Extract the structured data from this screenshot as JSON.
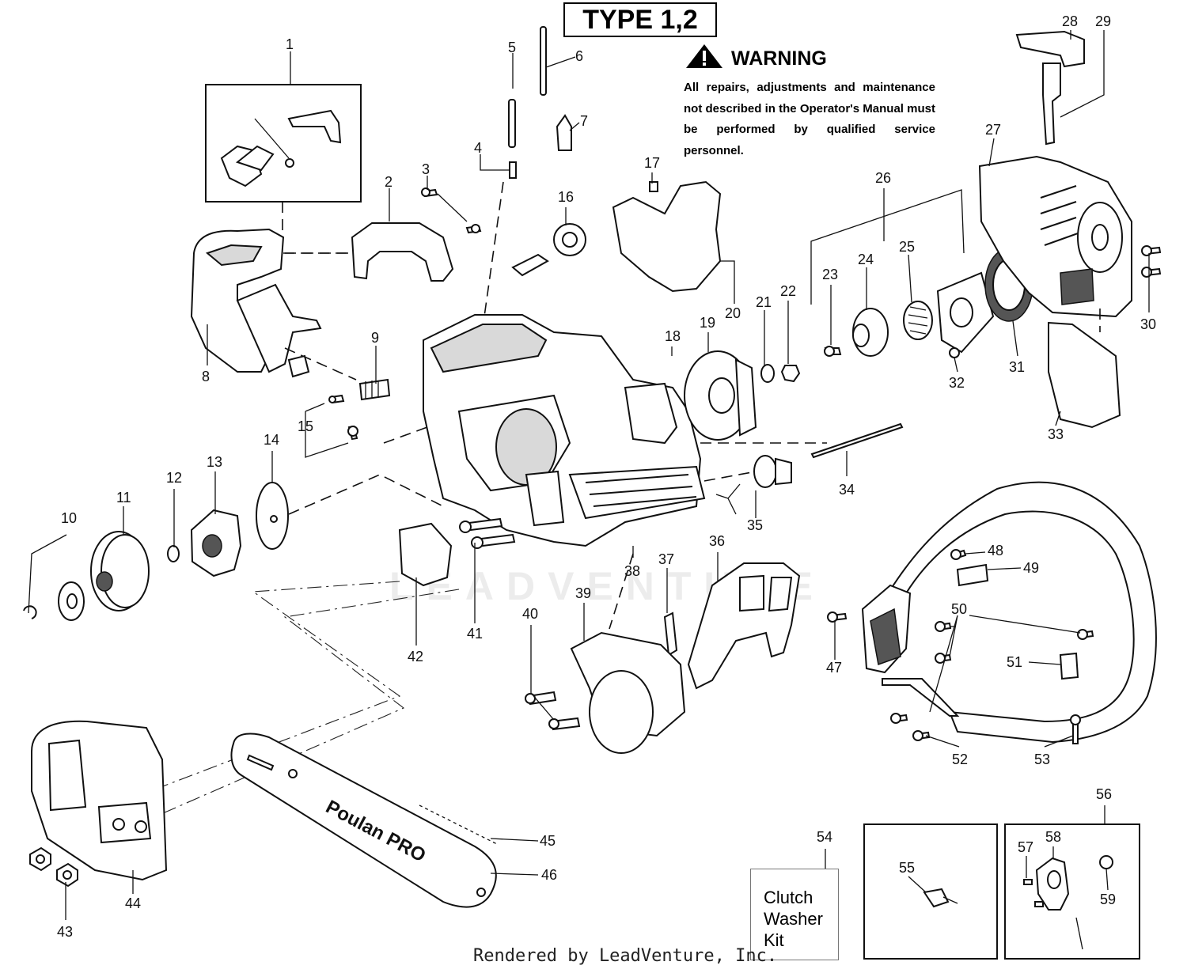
{
  "header": {
    "type_label": "TYPE 1,2"
  },
  "warning": {
    "title": "WARNING",
    "body": "All repairs, adjustments and maintenance not described in the Operator's Manual must be performed by qualified service personnel."
  },
  "kit_label": {
    "line1": "Clutch",
    "line2": "Washer",
    "line3": "Kit"
  },
  "bar_logo": "Poulan PRO",
  "watermark": "LEADVENTURE",
  "footer": "Rendered by LeadVenture, Inc.",
  "callouts": [
    "1",
    "2",
    "3",
    "4",
    "5",
    "6",
    "7",
    "8",
    "9",
    "10",
    "11",
    "12",
    "13",
    "14",
    "15",
    "16",
    "17",
    "18",
    "19",
    "20",
    "21",
    "22",
    "23",
    "24",
    "25",
    "26",
    "27",
    "28",
    "29",
    "30",
    "31",
    "32",
    "33",
    "34",
    "35",
    "36",
    "37",
    "38",
    "39",
    "40",
    "41",
    "42",
    "43",
    "44",
    "45",
    "46",
    "47",
    "48",
    "49",
    "50",
    "51",
    "52",
    "53",
    "54",
    "55",
    "56",
    "57",
    "58",
    "59"
  ]
}
